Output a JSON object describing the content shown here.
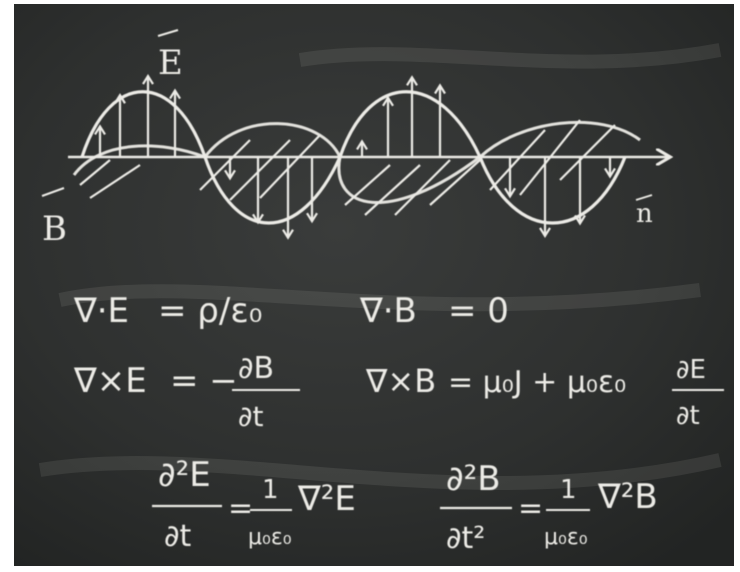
{
  "photo": {
    "subject": "chalkboard",
    "colors": {
      "board": "#2c2e2d",
      "board_dark": "#1f2120",
      "chalk": "#ecebe6",
      "frame": "#ffffff"
    }
  },
  "wave_labels": {
    "e_field": "E",
    "b_field": "B",
    "propagation": "n"
  },
  "equations": {
    "gauss_e": {
      "lhs": "∇·E",
      "rhs": "= ρ/ε₀"
    },
    "gauss_b": {
      "lhs": "∇·B",
      "rhs": "= 0"
    },
    "faraday": {
      "lhs": "∇×E",
      "rhs": "= −",
      "num": "∂B",
      "den": "∂t"
    },
    "ampere": {
      "lhs": "∇×B",
      "rhs": "= μ₀J + μ₀ε₀",
      "num": "∂E",
      "den": "∂t"
    },
    "wave_e": {
      "num": "∂²E",
      "den": "∂t",
      "eq": "=",
      "coef_num": "1",
      "coef_den": "μ₀ε₀",
      "rhs": "∇²E"
    },
    "wave_b": {
      "num": "∂²B",
      "den": "∂t²",
      "eq": "=",
      "coef_num": "1",
      "coef_den": "μ₀ε₀",
      "rhs": "∇²B"
    }
  }
}
